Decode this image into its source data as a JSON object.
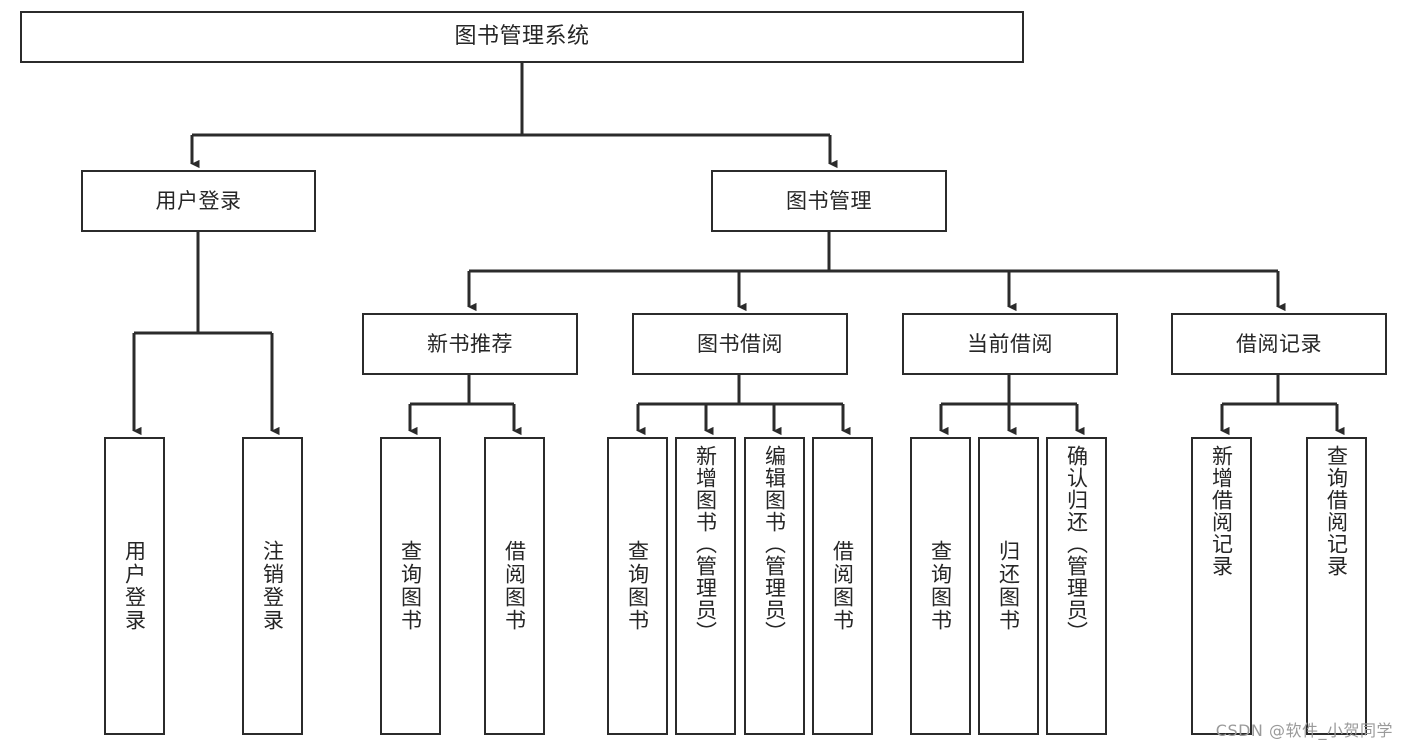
{
  "diagram": {
    "type": "tree-hierarchy-chart",
    "title": "图书管理系统",
    "orientation": "top-down",
    "colors": {
      "box_border": "#2b2b2b",
      "box_fill": "#ffffff",
      "text": "#262626",
      "edge": "#2b2b2b",
      "watermark": "#9a9a9a",
      "background": "#ffffff"
    }
  },
  "root": {
    "label": "图书管理系统"
  },
  "level1": [
    {
      "label": "用户登录"
    },
    {
      "label": "图书管理"
    }
  ],
  "level2": [
    {
      "label": "新书推荐"
    },
    {
      "label": "图书借阅"
    },
    {
      "label": "当前借阅"
    },
    {
      "label": "借阅记录"
    }
  ],
  "leaves": {
    "user_login": [
      {
        "label": "用户登录"
      },
      {
        "label": "注销登录"
      }
    ],
    "new_book_recommend": [
      {
        "label": "查询图书"
      },
      {
        "label": "借阅图书"
      }
    ],
    "book_borrow": [
      {
        "label": "查询图书"
      },
      {
        "label": "新增图书（管理员）"
      },
      {
        "label": "编辑图书（管理员）"
      },
      {
        "label": "借阅图书"
      }
    ],
    "current_borrow": [
      {
        "label": "查询图书"
      },
      {
        "label": "归还图书"
      },
      {
        "label": "确认归还（管理员）"
      }
    ],
    "borrow_record": [
      {
        "label": "新增借阅记录"
      },
      {
        "label": "查询借阅记录"
      }
    ]
  },
  "watermark": {
    "text": "CSDN @软件_小贺同学"
  }
}
